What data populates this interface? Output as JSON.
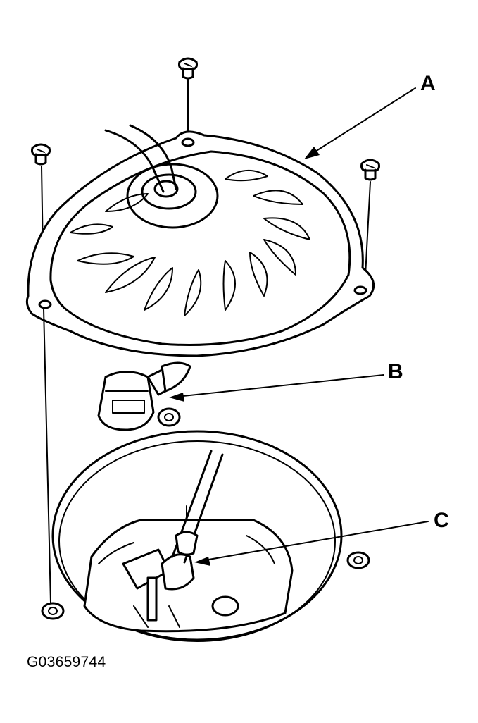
{
  "labels": {
    "a": "A",
    "b": "B",
    "c": "C"
  },
  "figure_id": "G03659744"
}
